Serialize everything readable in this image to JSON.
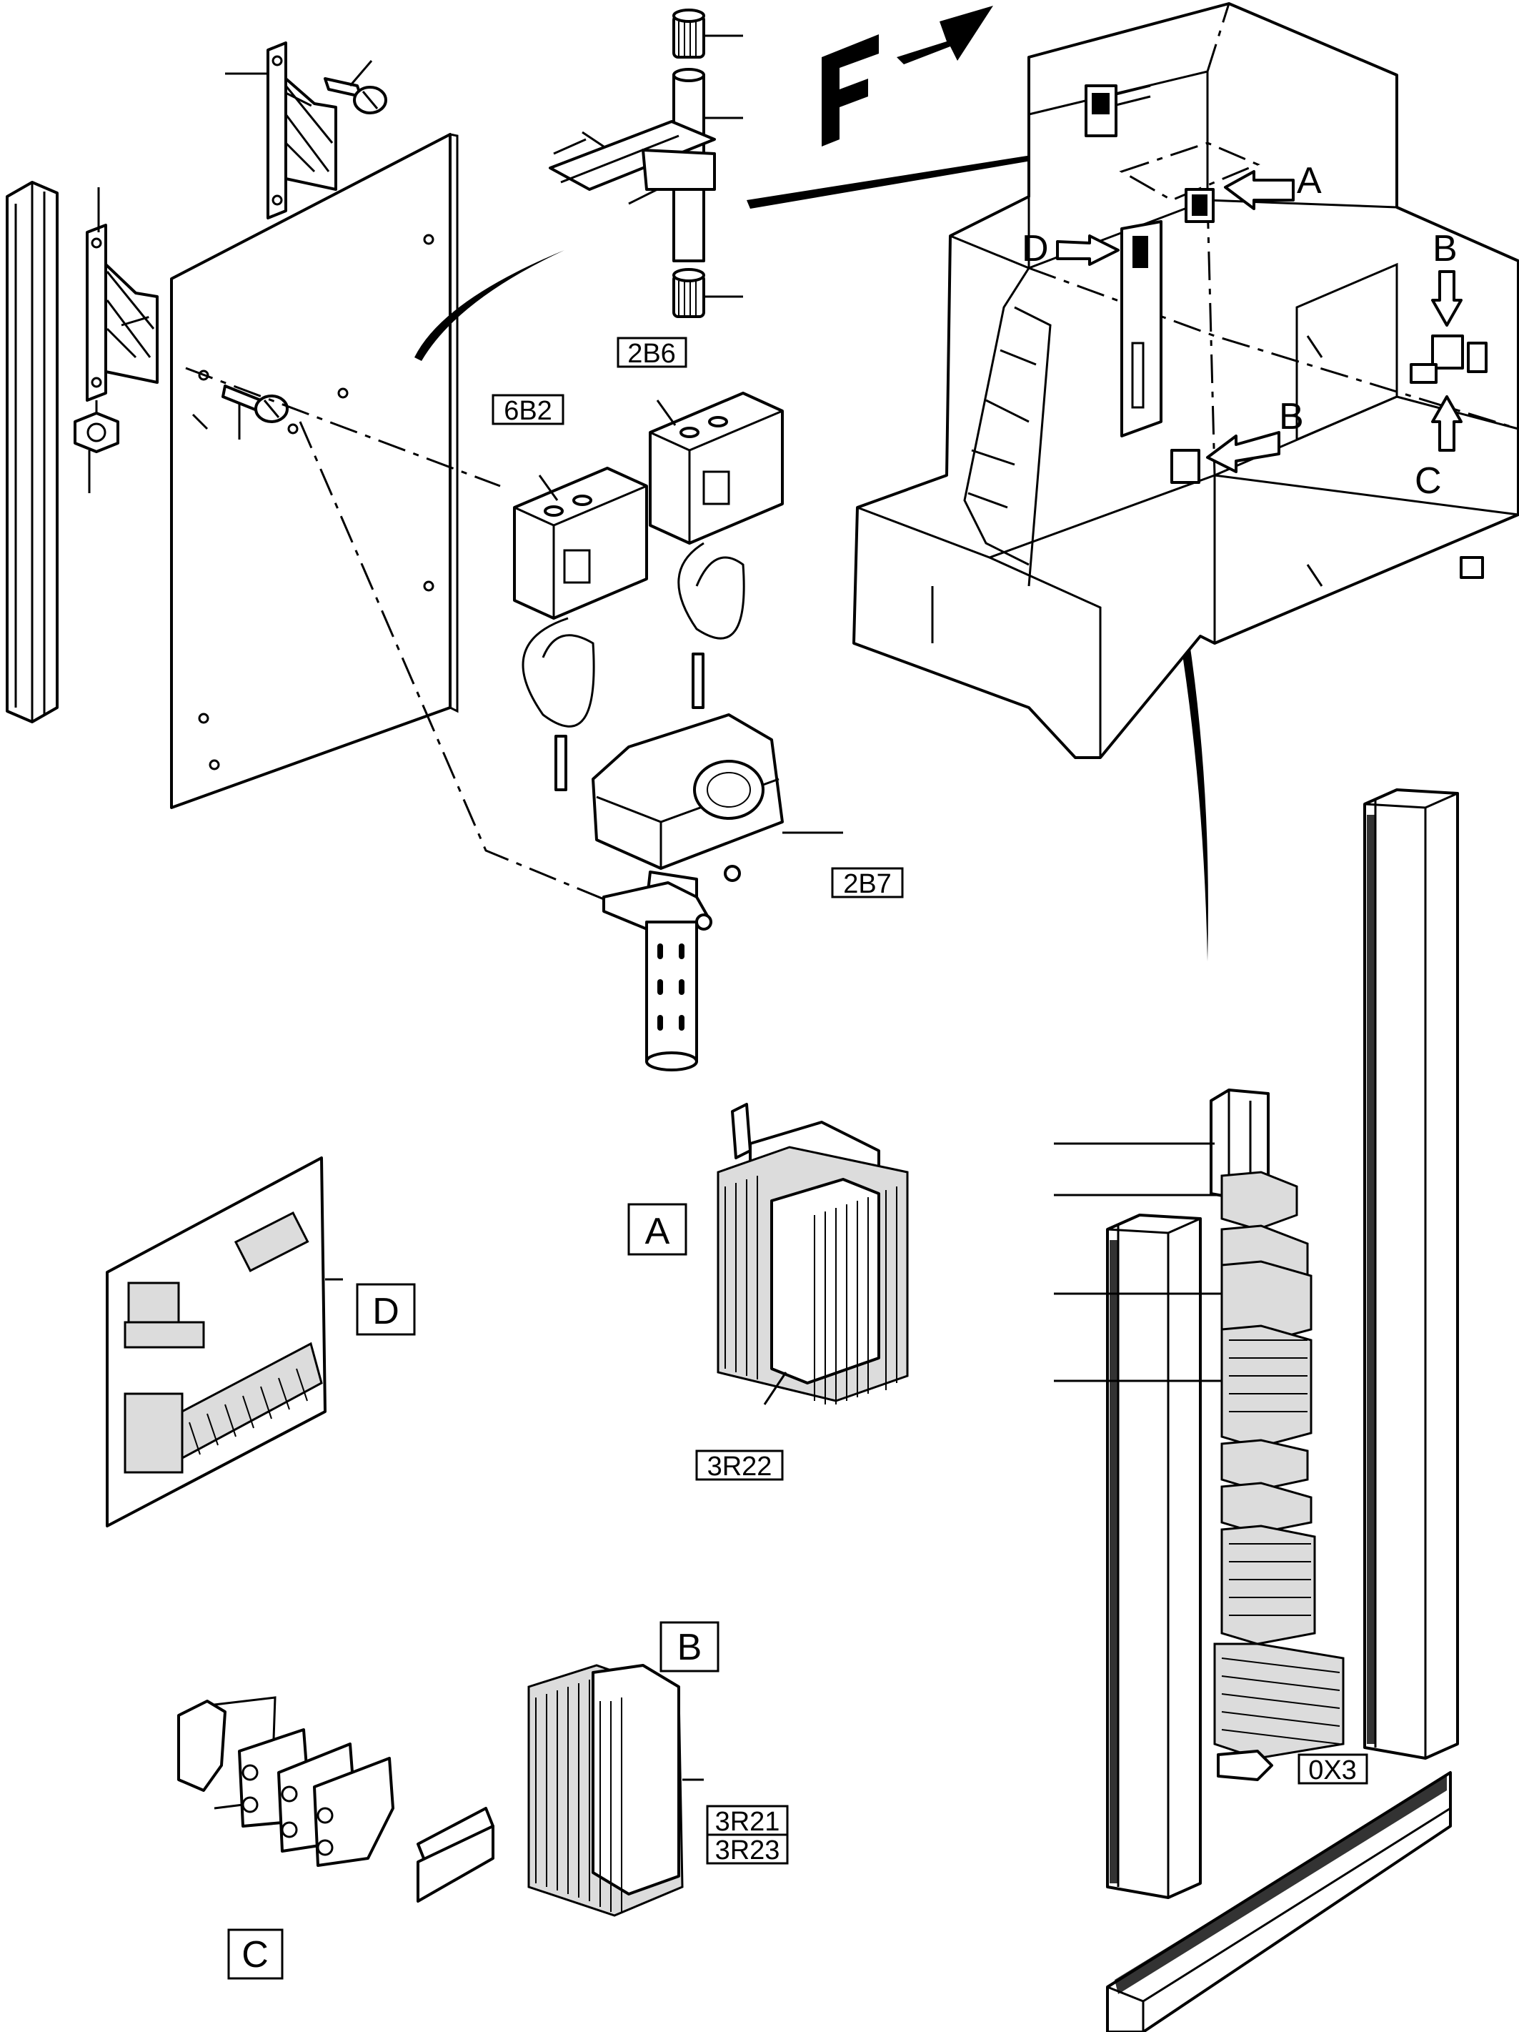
{
  "labels": {
    "l_2B6": "2B6",
    "l_6B2": "6B2",
    "l_2B7": "2B7",
    "l_3R22": "3R22",
    "l_3R21": "3R21",
    "l_3R23": "3R23",
    "l_0X3": "0X3",
    "detail_A": "A",
    "detail_B": "B",
    "detail_C": "C",
    "detail_D": "D",
    "callout_A": "A",
    "callout_B1": "B",
    "callout_B2": "B",
    "callout_C": "C",
    "callout_D": "D",
    "front_mark": "F"
  }
}
